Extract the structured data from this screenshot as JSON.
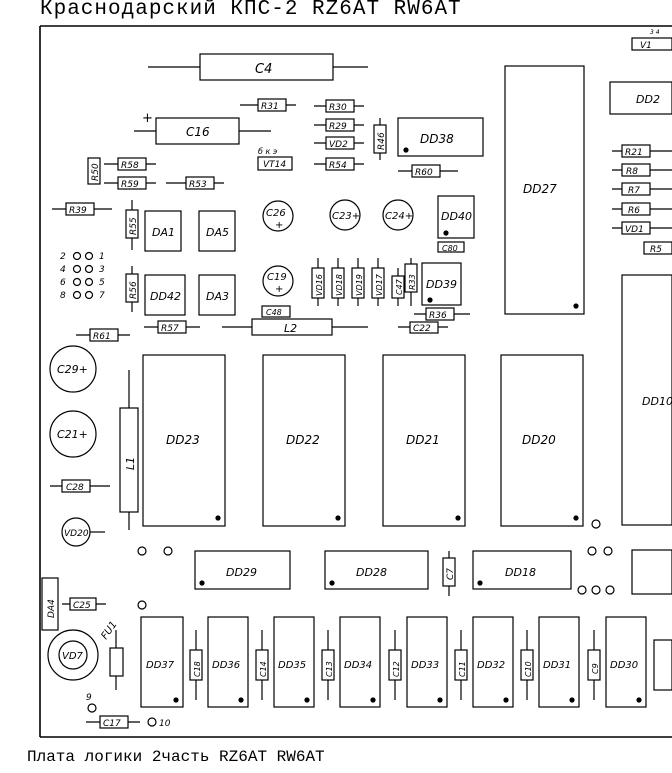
{
  "header": {
    "title": "Краснодарский КПС-2 RZ6AT RW6AT"
  },
  "footer": {
    "caption": "Плата логики 2часть RZ6AT   RW6AT"
  },
  "labels": {
    "C4": "C4",
    "C16": "C16",
    "plus1": "+",
    "R31": "R31",
    "R30": "R30",
    "R29": "R29",
    "VD2": "VD2",
    "R46": "R46",
    "DD38": "DD38",
    "VT14": "VT14",
    "bke": "б к э",
    "R54": "R54",
    "R60": "R60",
    "DD27": "DD27",
    "R50": "R50",
    "R58": "R58",
    "R59": "R59",
    "R53": "R53",
    "R55": "R55",
    "R39": "R39",
    "DA1": "DA1",
    "DA5": "DA5",
    "C26": "C26",
    "C23": "C23+",
    "C24": "C24+",
    "DD40": "DD40",
    "C80": "C80",
    "pins_a": "2 4 6 8",
    "pins_b": "1 3 5 7",
    "C19": "C19",
    "VD16": "VD16",
    "VD18": "VD18",
    "VD19": "VD19",
    "VD17": "VD17",
    "C47": "C47",
    "R33": "R33",
    "R56": "R56",
    "DD39": "DD39",
    "DD42": "DD42",
    "DA3": "DA3",
    "C48": "C48",
    "L2": "L2",
    "R36": "R36",
    "C22": "C22",
    "R61": "R61",
    "R57": "R57",
    "C29": "C29+",
    "C21": "C21+",
    "L1": "L1",
    "DD23": "DD23",
    "DD22": "DD22",
    "DD21": "DD21",
    "DD20": "DD20",
    "C28": "C28",
    "VD20": "VD20",
    "DD29": "DD29",
    "DD28": "DD28",
    "C7": "C7",
    "DD18": "DD18",
    "DA4": "DA4",
    "C25": "C25",
    "FU1": "FU1",
    "VD7": "VD7",
    "DD37": "DD37",
    "C18": "C18",
    "DD36": "DD36",
    "C14": "C14",
    "DD35": "DD35",
    "C13": "C13",
    "DD34": "DD34",
    "C12": "C12",
    "DD33": "DD33",
    "C11": "C11",
    "DD32": "DD32",
    "C10": "C10",
    "DD31": "DD31",
    "C9": "C9",
    "DD30": "DD30",
    "C17": "C17",
    "pin9": "9",
    "pin10": "10",
    "V1": "V1",
    "D2": "DD2",
    "R21": "R21",
    "R8": "R8",
    "R7": "R7",
    "R6": "R6",
    "VD1": "VD1",
    "R5": "R5",
    "D10": "DD10",
    "c3": "3 4"
  }
}
